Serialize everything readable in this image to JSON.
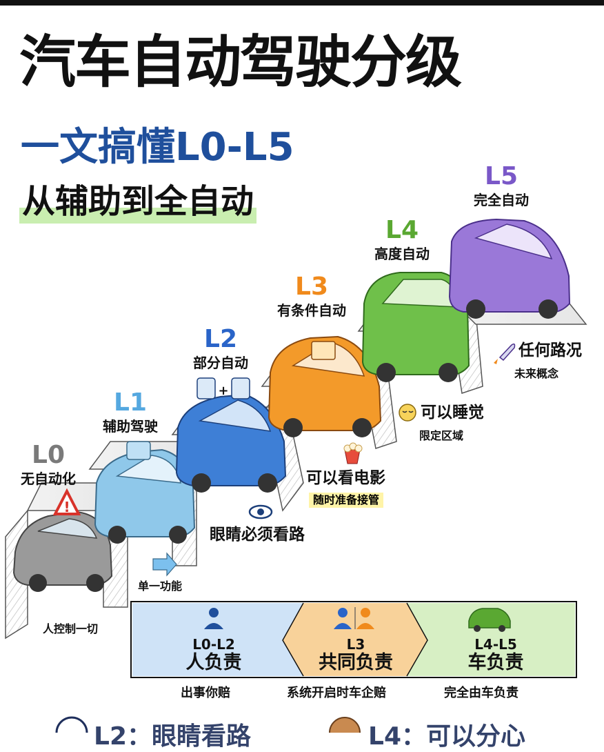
{
  "header": {
    "title": "汽车自动驾驶分级",
    "subtitle": "一文搞懂L0-L5",
    "tagline": "从辅助到全自动"
  },
  "levels": [
    {
      "code": "L0",
      "name": "无自动化",
      "color": "#7a7a7a",
      "car_color": "#9a9a9a"
    },
    {
      "code": "L1",
      "name": "辅助驾驶",
      "color": "#55a8e0",
      "car_color": "#8fc8ea"
    },
    {
      "code": "L2",
      "name": "部分自动",
      "color": "#2a64c8",
      "car_color": "#3e7fd6"
    },
    {
      "code": "L3",
      "name": "有条件自动",
      "color": "#f08a1c",
      "car_color": "#f39a2a"
    },
    {
      "code": "L4",
      "name": "高度自动",
      "color": "#5aa832",
      "car_color": "#6fc04a"
    },
    {
      "code": "L5",
      "name": "完全自动",
      "color": "#7a58c8",
      "car_color": "#9a78d8"
    }
  ],
  "notes": {
    "l0": "人控制一切",
    "l1": "单一功能",
    "l2": "眼睛必须看路",
    "l3_main": "可以看电影",
    "l3_warn": "随时准备接管",
    "l4_main": "可以睡觉",
    "l4_sub": "限定区域",
    "l5_main": "任何路况",
    "l5_sub": "未来概念"
  },
  "responsibility": [
    {
      "range": "L0-L2",
      "resp": "人负责",
      "footer": "出事你赔"
    },
    {
      "range": "L3",
      "resp": "共同负责",
      "footer": "系统开启时车企赔"
    },
    {
      "range": "L4-L5",
      "resp": "车负责",
      "footer": "完全由车负责"
    }
  ],
  "cutoff": {
    "left": "L2：眼睛看路",
    "right": "L4：可以分心"
  },
  "colors": {
    "warning_red": "#d8322a",
    "warning_yellow": "#f2c21b",
    "panel_blue": "#cfe3f7",
    "panel_orange": "#f8d29a",
    "panel_green": "#d7efc4"
  },
  "icons": [
    "warning-icon",
    "arrow-right-icon",
    "eye-icon",
    "popcorn-icon",
    "sleep-face-icon",
    "rocket-icon",
    "person-icon",
    "two-people-icon",
    "car-icon",
    "steering-icon",
    "lane-icon",
    "screen-icon"
  ]
}
